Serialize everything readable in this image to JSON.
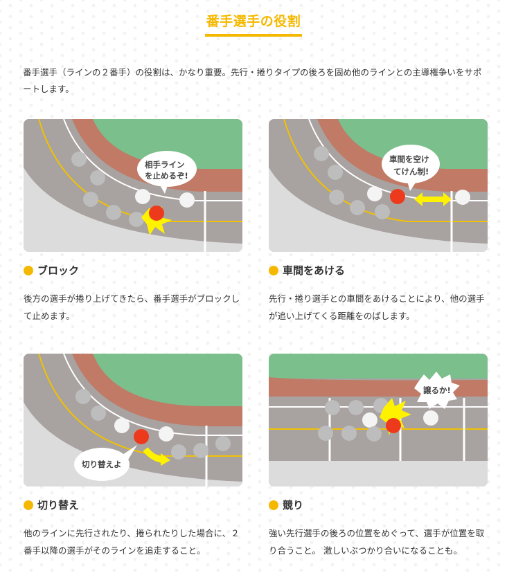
{
  "page": {
    "title": "番手選手の役割",
    "intro": "番手選手（ラインの２番手）の役割は、かなり重要。先行・捲りタイプの後ろを固め他のラインとの主導権争いをサポートします。"
  },
  "colors": {
    "accent": "#f5b800",
    "infield_green": "#7bbf8c",
    "bank_brown": "#c07a66",
    "track_gray": "#a8a2a0",
    "apron_light": "#dcdcdc",
    "helmet_red": "#ee3a1c",
    "helmet_white": "#f4f4f4",
    "helmet_gray": "#bdbdbd",
    "flash_yellow": "#fff200"
  },
  "cards": [
    {
      "heading": "ブロック",
      "description": "後方の選手が捲り上げてきたら、番手選手がブロックして止めます。",
      "illustration": {
        "speech_line1": "相手ライン",
        "speech_line2": "を止めるぞ!"
      }
    },
    {
      "heading": "車間をあける",
      "description": "先行・捲り選手との車間をあけることにより、他の選手が追い上げてくる距離をのばします。",
      "illustration": {
        "speech_line1": "車間を空け",
        "speech_line2": "てけん制!"
      }
    },
    {
      "heading": "切り替え",
      "description": "他のラインに先行されたり、捲られたりした場合に、２番手以降の選手がそのラインを追走すること。",
      "illustration": {
        "speech_line1": "切り替えよ"
      }
    },
    {
      "heading": "競り",
      "description": "強い先行選手の後ろの位置をめぐって、選手が位置を取り合うこと。 激しいぶつかり合いになることも。",
      "illustration": {
        "speech_line1": "譲るか!"
      }
    }
  ]
}
